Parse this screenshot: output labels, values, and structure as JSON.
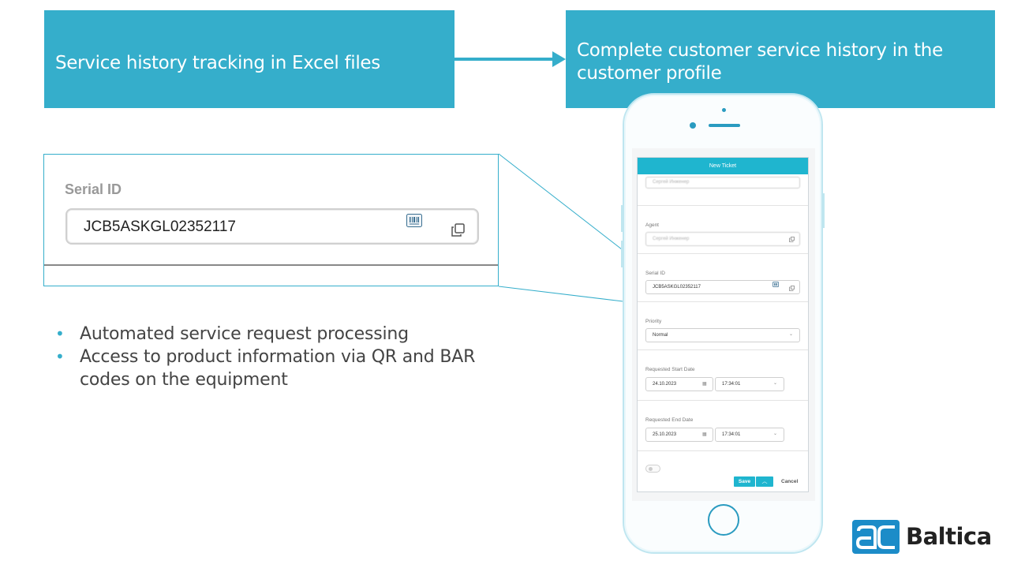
{
  "slide": {
    "box_left": {
      "text": "Service history tracking in Excel files"
    },
    "box_right": {
      "text": "Complete customer service history in the customer profile"
    },
    "zoom": {
      "label": "Serial ID",
      "value": "JCB5ASKGL02352117"
    },
    "bullets": [
      "Automated service request processing",
      "Access to product information via QR and BAR codes on the equipment"
    ],
    "logo": {
      "word": "Baltica",
      "mark_text": "ac"
    },
    "colors": {
      "accent": "#35aecb",
      "form_header": "#1fb5cf",
      "logo_blue": "#1c8cc8"
    }
  },
  "form": {
    "title": "New Ticket",
    "top_field": "Сергей Инженер",
    "agent": {
      "label": "Agent",
      "value": "Сергей Инженер"
    },
    "serial": {
      "label": "Serial ID",
      "value": "JCB5ASKGL02352117"
    },
    "priority": {
      "label": "Priority",
      "value": "Normal"
    },
    "start": {
      "label": "Requested Start Date",
      "date": "24.10.2023",
      "time": "17:34:01"
    },
    "end": {
      "label": "Requested End Date",
      "date": "25.10.2023",
      "time": "17:34:01"
    },
    "save_label": "Save",
    "cancel_label": "Cancel"
  }
}
